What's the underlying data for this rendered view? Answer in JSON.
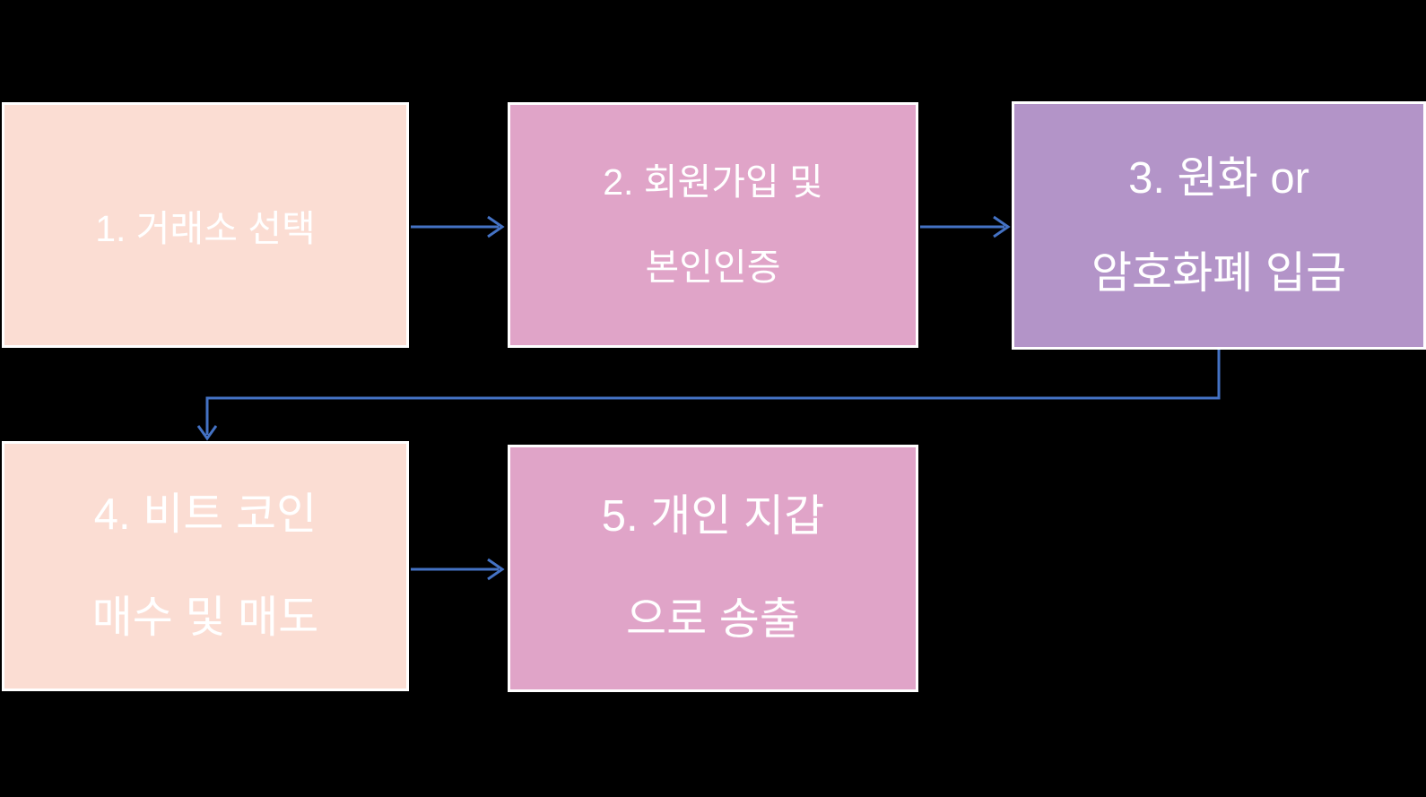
{
  "diagram": {
    "title": "Bitcoin exchange usage flow",
    "background_color": "#000000",
    "border_color": "#FFFFFF",
    "text_color": "#FFFFFF",
    "arrow_color": "#4472C4",
    "steps": [
      {
        "id": 1,
        "color": "#FBDDD3",
        "lines": [
          "1. 거래소 선택"
        ]
      },
      {
        "id": 2,
        "color": "#E0A4C8",
        "lines": [
          "2. 회원가입 및",
          "본인인증"
        ]
      },
      {
        "id": 3,
        "color": "#B394C8",
        "lines": [
          "3. 원화 or",
          "암호화폐 입금"
        ]
      },
      {
        "id": 4,
        "color": "#FBDDD3",
        "lines": [
          "4. 비트 코인",
          "매수 및 매도"
        ]
      },
      {
        "id": 5,
        "color": "#E0A4C8",
        "lines": [
          "5. 개인 지갑",
          "으로 송출"
        ]
      }
    ],
    "connections": [
      {
        "from": 1,
        "to": 2,
        "type": "straight-right"
      },
      {
        "from": 2,
        "to": 3,
        "type": "straight-right"
      },
      {
        "from": 3,
        "to": 4,
        "type": "elbow-down-left-down"
      },
      {
        "from": 4,
        "to": 5,
        "type": "straight-right"
      }
    ]
  }
}
